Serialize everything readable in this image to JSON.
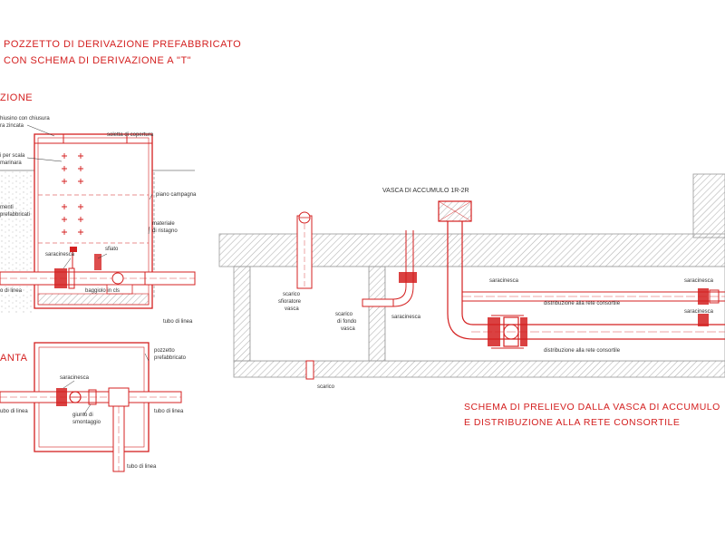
{
  "colors": {
    "line": "#d42020",
    "hatch": "#b5b5b5",
    "text_label": "#333333",
    "title": "#d42020"
  },
  "titles": {
    "main_line1": "POZZETTO DI DERIVAZIONE PREFABBRICATO",
    "main_line2": "CON SCHEMA DI DERIVAZIONE A \"T\"",
    "section": "ZIONE",
    "plan": "ANTA",
    "scheme_line1": "SCHEMA DI PRELIEVO DALLA VASCA DI ACCUMULO",
    "scheme_line2": "E DISTRIBUZIONE ALLA RETE CONSORTILE"
  },
  "section_labels": {
    "chiusino_1": "hiusino con chiusura",
    "chiusino_2": "ra zincata",
    "soletta": "soletta di copertura",
    "gradini_1": "i per scala",
    "gradini_2": "marinara",
    "piano": "piano campagna",
    "elementi_1": "menti",
    "elementi_2": "prefabbricati",
    "materiale_1": "materiale",
    "materiale_2": "di ristagno",
    "saracinesca": "saracinesca",
    "sfiato": "sfiato",
    "bagg": "baggiolo in cls",
    "tubo_linea": "o di linea",
    "tubo_linea_2": "tubo di linea"
  },
  "plan_labels": {
    "pozzetto_1": "pozzetto",
    "pozzetto_2": "prefabbricato",
    "saracinesca": "saracinesca",
    "tubo_left": "ubo di linea",
    "giunto_1": "giunto di",
    "giunto_2": "smontaggio",
    "tubo_right": "tubo di linea",
    "tubo_bottom": "tubo di linea"
  },
  "scheme_labels": {
    "vasca": "VASCA DI ACCUMULO 1R-2R",
    "scarico_sf_1": "scarico",
    "scarico_sf_2": "sfioratore",
    "scarico_sf_3": "vasca",
    "scarico_fondo_1": "scarico",
    "scarico_fondo_2": "di fondo",
    "scarico_fondo_3": "vasca",
    "saracinesca_mid": "saracinesca",
    "saracinesca_top": "saracinesca",
    "saracinesca_right_top": "saracinesca",
    "saracinesca_right_bot": "saracinesca",
    "distrib_top": "distribuzione alla rete consortile",
    "distrib_bot": "distribuzione alla rete consortile",
    "scarico_bottom": "scarico"
  }
}
